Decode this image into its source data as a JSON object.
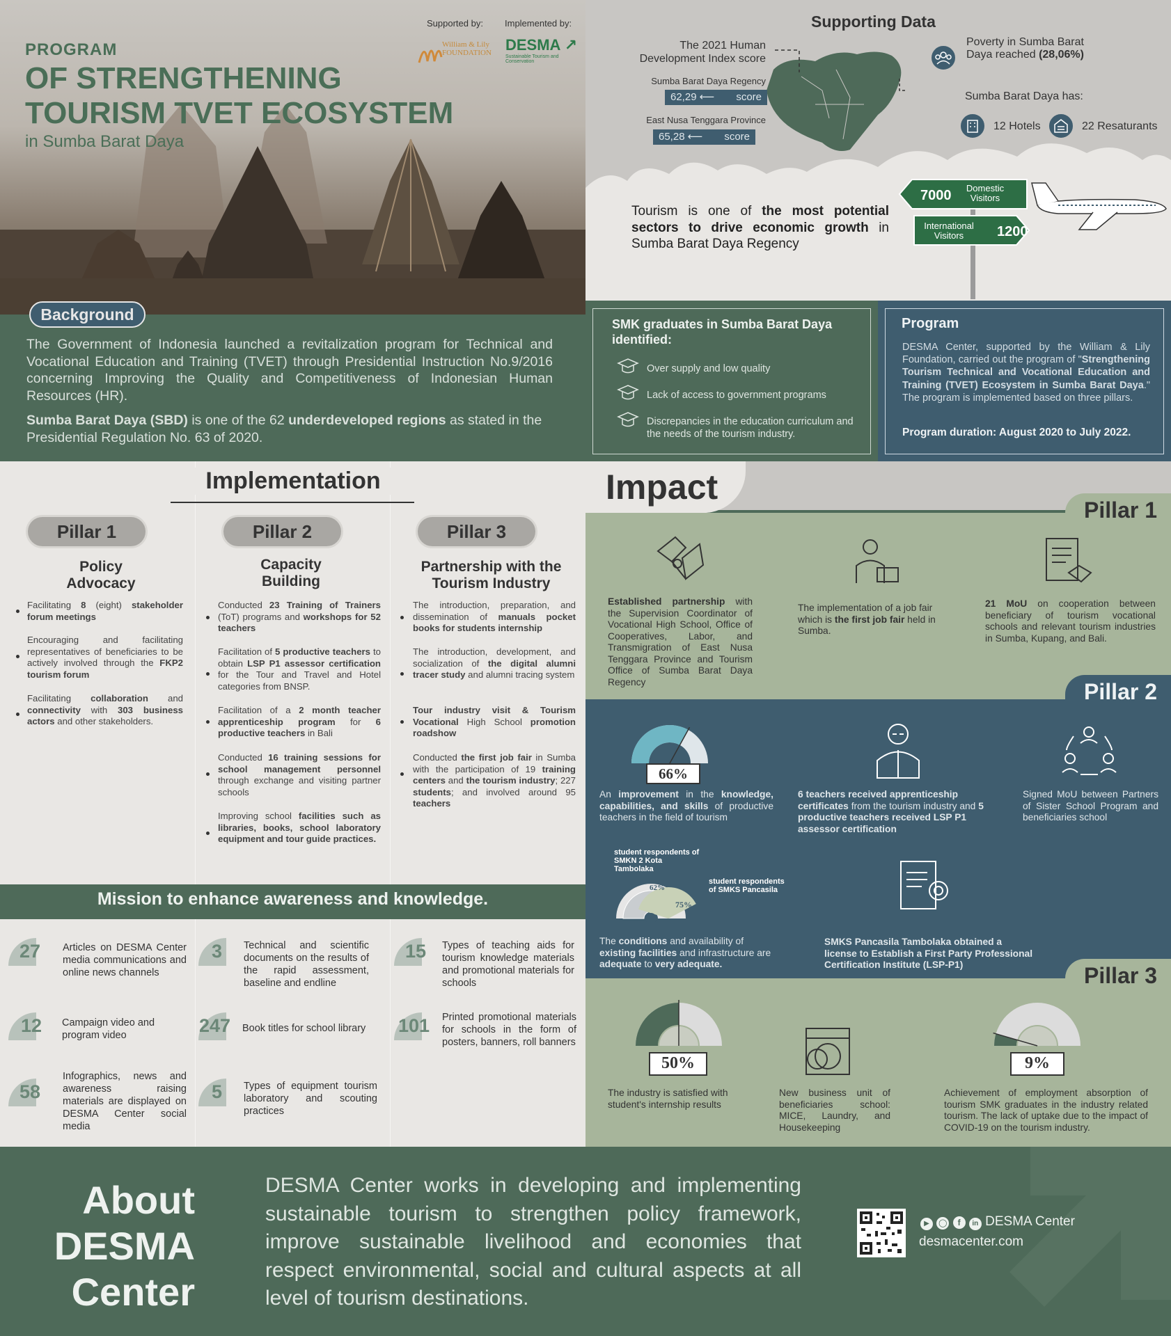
{
  "hero": {
    "program_label": "PROGRAM",
    "title_line1": "OF STRENGTHENING",
    "title_line2": "TOURISM TVET ECOSYSTEM",
    "subtitle": "in Sumba Barat Daya",
    "supported_by": "Supported by:",
    "implemented_by": "Implemented by:",
    "supporter_logo": "William & Lily FOUNDATION",
    "implementer_logo": "DESMA",
    "implementer_tagline": "Sustainable Tourism and Conservation"
  },
  "background": {
    "label": "Background",
    "para1": "The Government of Indonesia launched a revitalization program for Technical and Vocational Education and Training (TVET) through Presidential Instruction No.9/2016 concerning Improving the Quality and Competitiveness of Indonesian Human Resources (HR).",
    "para2_b1": "Sumba Barat Daya (SBD)",
    "para2_t1": " is one of the 62 ",
    "para2_b2": "underdeveloped regions",
    "para2_t2": " as stated in the Presidential Regulation No. 63 of 2020."
  },
  "supporting": {
    "title": "Supporting Data",
    "hdi_label": "The 2021 Human Development Index score",
    "sbd_label": "Sumba Barat Daya Regency",
    "sbd_score": "62,29",
    "ntt_label": "East Nusa Tenggara Province",
    "ntt_score": "65,28",
    "score_word": "score",
    "poverty_t1": "Poverty in Sumba Barat Daya reached ",
    "poverty_pct": "(28,06%)",
    "sbd_has": "Sumba Barat Daya has:",
    "hotels": "12 Hotels",
    "restaurants": "22 Resaturants",
    "tour_t1": "Tourism is one of ",
    "tour_b": "the most potential sectors to drive economic growth",
    "tour_t2": " in Sumba Barat Daya Regency",
    "domestic_num": "7000",
    "domestic_lbl": "Domestic Visitors",
    "intl_num": "1200",
    "intl_lbl": "International Visitors"
  },
  "smk": {
    "title": "SMK graduates in Sumba Barat Daya identified:",
    "items": [
      "Over supply and low quality",
      "Lack of access to government programs",
      "Discrepancies in the education curriculum and the needs of the tourism industry."
    ]
  },
  "program": {
    "title": "Program",
    "body_t1": "DESMA Center, supported by the William & Lily Foundation, carried out the program of \"",
    "body_b": "Strengthening Tourism Technical and Vocational Education and Training (TVET) Ecosystem in Sumba Barat Daya",
    "body_t2": ".\" The program is implemented based on three pillars.",
    "duration": "Program duration: August 2020 to July 2022."
  },
  "implementation": {
    "title": "Implementation",
    "pillars": [
      {
        "label": "Pillar 1",
        "title_l1": "Policy",
        "title_l2": "Advocacy"
      },
      {
        "label": "Pillar 2",
        "title_l1": "Capacity",
        "title_l2": "Building"
      },
      {
        "label": "Pillar 3",
        "title_l1": "Partnership with the",
        "title_l2": "Tourism Industry"
      }
    ]
  },
  "mission": {
    "title": "Mission to enhance awareness and knowledge.",
    "stats": [
      {
        "num": "27",
        "text": "Articles on DESMA Center media communications and online news channels"
      },
      {
        "num": "3",
        "text": "Technical and scientific documents on the results of the rapid assessment, baseline and endline"
      },
      {
        "num": "15",
        "text": "Types of teaching aids for tourism knowledge materials and promotional materials for schools"
      },
      {
        "num": "12",
        "text": "Campaign video and program video"
      },
      {
        "num": "247",
        "text": "Book titles for school library"
      },
      {
        "num": "101",
        "text": "Printed promotional materials for schools in the form of posters, banners, roll banners"
      },
      {
        "num": "58",
        "text": "Infographics, news and awareness raising materials are displayed on DESMA Center social media"
      },
      {
        "num": "5",
        "text": "Types of equipment tourism laboratory and scouting practices"
      }
    ]
  },
  "impact": {
    "title": "Impact",
    "pillar1": "Pillar 1",
    "pillar2": "Pillar 2",
    "pillar3": "Pillar 3",
    "p1_jobfair_t1": "The implementation of a job fair which is ",
    "p1_jobfair_b": "the first job fair",
    "p1_jobfair_t2": " held in Sumba.",
    "p1_mou_b": "21 MoU",
    "p1_mou_t": " on cooperation between beneficiary of tourism vocational schools and relevant tourism industries in Sumba, Kupang, and Bali.",
    "p2_pct": "66%",
    "p2_cert_b1": "6 teachers received apprenticeship certificates",
    "p2_cert_t": " from the tourism industry and ",
    "p2_cert_b2": "5 productive teachers received LSP P1 assessor certification",
    "p2_sister": "Signed MoU between Partners of Sister School Program and beneficiaries school",
    "p2_resp1": "student respondents of SMKN 2 Kota Tambolaka",
    "p2_resp2": "student respondents of SMKS Pancasila",
    "p2_pct62": "62%",
    "p2_pct75": "75%",
    "p2_lic_t1": "SMKS Pancasila Tambolaka obtained ",
    "p2_lic_t2": "a license to Establish a First Party Professional Certification Institute (LSP-P1)",
    "p3_pct50": "50%",
    "p3_sat": "The industry is satisfied with student's internship results",
    "p3_unit": "New business unit of beneficiaries school: MICE, Laundry, and Housekeeping",
    "p3_pct9": "9%",
    "p3_emp": "Achievement of employment absorption of tourism SMK graduates in the industry related tourism. The lack of uptake due to the impact of COVID-19 on the tourism industry."
  },
  "about": {
    "title_l1": "About",
    "title_l2": "DESMA",
    "title_l3": "Center",
    "body": "DESMA Center works in developing and implementing sustainable tourism to strengthen policy framework, improve sustainable livelihood and economies that respect environmental, social and cultural aspects at all level of tourism destinations.",
    "social_name": "DESMA Center",
    "website": "desmacenter.com"
  },
  "chart_data": [
    {
      "type": "gauge",
      "values": [
        66
      ],
      "unit": "%"
    },
    {
      "type": "gauge",
      "series": [
        {
          "name": "student respondents of SMKN 2 Kota Tambolaka",
          "values": [
            62
          ]
        },
        {
          "name": "student respondents of SMKS Pancasila",
          "values": [
            75
          ]
        }
      ],
      "unit": "%"
    },
    {
      "type": "gauge",
      "values": [
        50
      ],
      "unit": "%"
    },
    {
      "type": "gauge",
      "values": [
        9
      ],
      "unit": "%"
    }
  ]
}
